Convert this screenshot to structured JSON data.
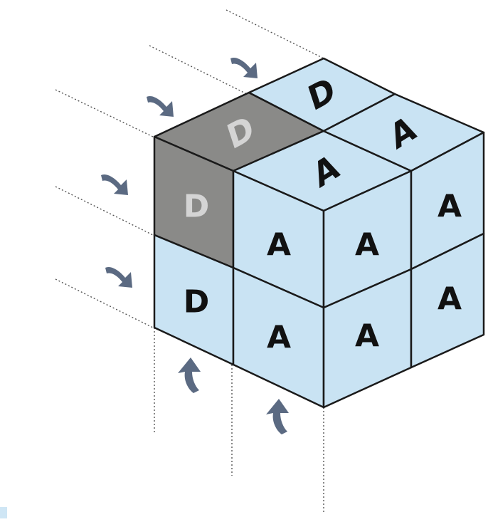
{
  "colors": {
    "face_light": "#c9e3f3",
    "face_dark": "#8a8a88",
    "edge": "#1a1a1a",
    "letter_dark": "#111111",
    "letter_light": "#d4d4d4",
    "arrow": "#5b6a82"
  },
  "cube": {
    "top": [
      "D",
      "D",
      "A",
      "A"
    ],
    "front": [
      "D",
      "A",
      "D",
      "A"
    ],
    "right": [
      "A",
      "A",
      "A",
      "A"
    ]
  },
  "icons": {
    "left_arrows": "curved-arrow-right-icon",
    "bottom_arrows": "curved-arrow-up-icon"
  }
}
